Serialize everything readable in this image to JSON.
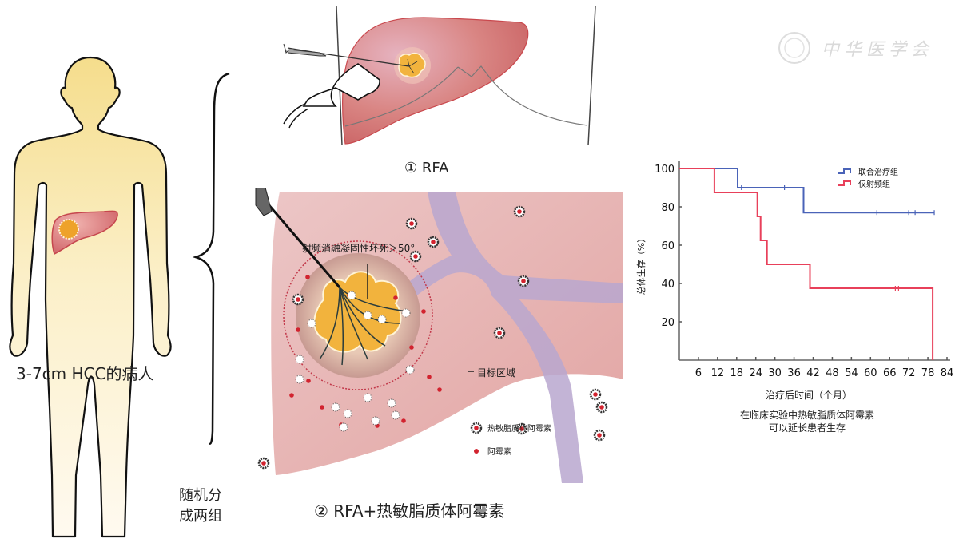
{
  "watermark": {
    "text": "中华医学会"
  },
  "patient": {
    "label": "3-7cm HCC的病人"
  },
  "randomize": {
    "line1": "随机分",
    "line2": "成两组"
  },
  "arm1": {
    "label": "① RFA"
  },
  "arm2": {
    "label": "② RFA+热敏脂质体阿霉素",
    "annotation_necrosis": "射频消融凝固性坏死＞50°",
    "annotation_target": "目标区域",
    "legend": [
      {
        "name": "thermosensitive-liposomal-doxorubicin",
        "label": "热敏脂质体阿霉素"
      },
      {
        "name": "doxorubicin",
        "label": "阿霉素"
      }
    ]
  },
  "colors": {
    "body_fill": "#f7e4a0",
    "liver": "#d9777a",
    "tumor": "#f2b33d",
    "vessel": "#a99ac4",
    "combo_series": "#4a63b8",
    "rfa_series": "#e8405a",
    "marker_red": "#d2232f"
  },
  "chart_data": {
    "type": "line",
    "subtype": "kaplan-meier step",
    "title": "",
    "xlabel": "治疗后时间（个月）",
    "ylabel": "总体生存（%）",
    "xlim": [
      0,
      84
    ],
    "ylim": [
      0,
      100
    ],
    "xticks": [
      6,
      12,
      18,
      24,
      30,
      36,
      42,
      48,
      54,
      60,
      66,
      72,
      78,
      84
    ],
    "yticks": [
      20,
      40,
      60,
      80,
      100
    ],
    "grid": false,
    "legend_position": "top-right",
    "caption_line1": "在临床实验中热敏脂质体阿霉素",
    "caption_line2": "可以延长患者生存",
    "series": [
      {
        "name": "联合治疗组",
        "color": "#4a63b8",
        "steps": [
          [
            0,
            100
          ],
          [
            18.3,
            100
          ],
          [
            18.3,
            90
          ],
          [
            39,
            90
          ],
          [
            39,
            77
          ],
          [
            80,
            77
          ]
        ],
        "censored": [
          [
            19.5,
            90
          ],
          [
            33,
            90
          ],
          [
            62,
            77
          ],
          [
            72,
            77
          ],
          [
            74,
            77
          ],
          [
            80,
            77
          ]
        ]
      },
      {
        "name": "仅射频组",
        "color": "#e8405a",
        "steps": [
          [
            0,
            100
          ],
          [
            11,
            100
          ],
          [
            11,
            87.5
          ],
          [
            24.5,
            87.5
          ],
          [
            24.5,
            75
          ],
          [
            25.5,
            75
          ],
          [
            25.5,
            62.5
          ],
          [
            27.5,
            62.5
          ],
          [
            27.5,
            50
          ],
          [
            41,
            50
          ],
          [
            41,
            37.5
          ],
          [
            79.5,
            37.5
          ],
          [
            79.5,
            0
          ]
        ],
        "censored": [
          [
            67.8,
            37.5
          ],
          [
            68.8,
            37.5
          ]
        ]
      }
    ]
  }
}
